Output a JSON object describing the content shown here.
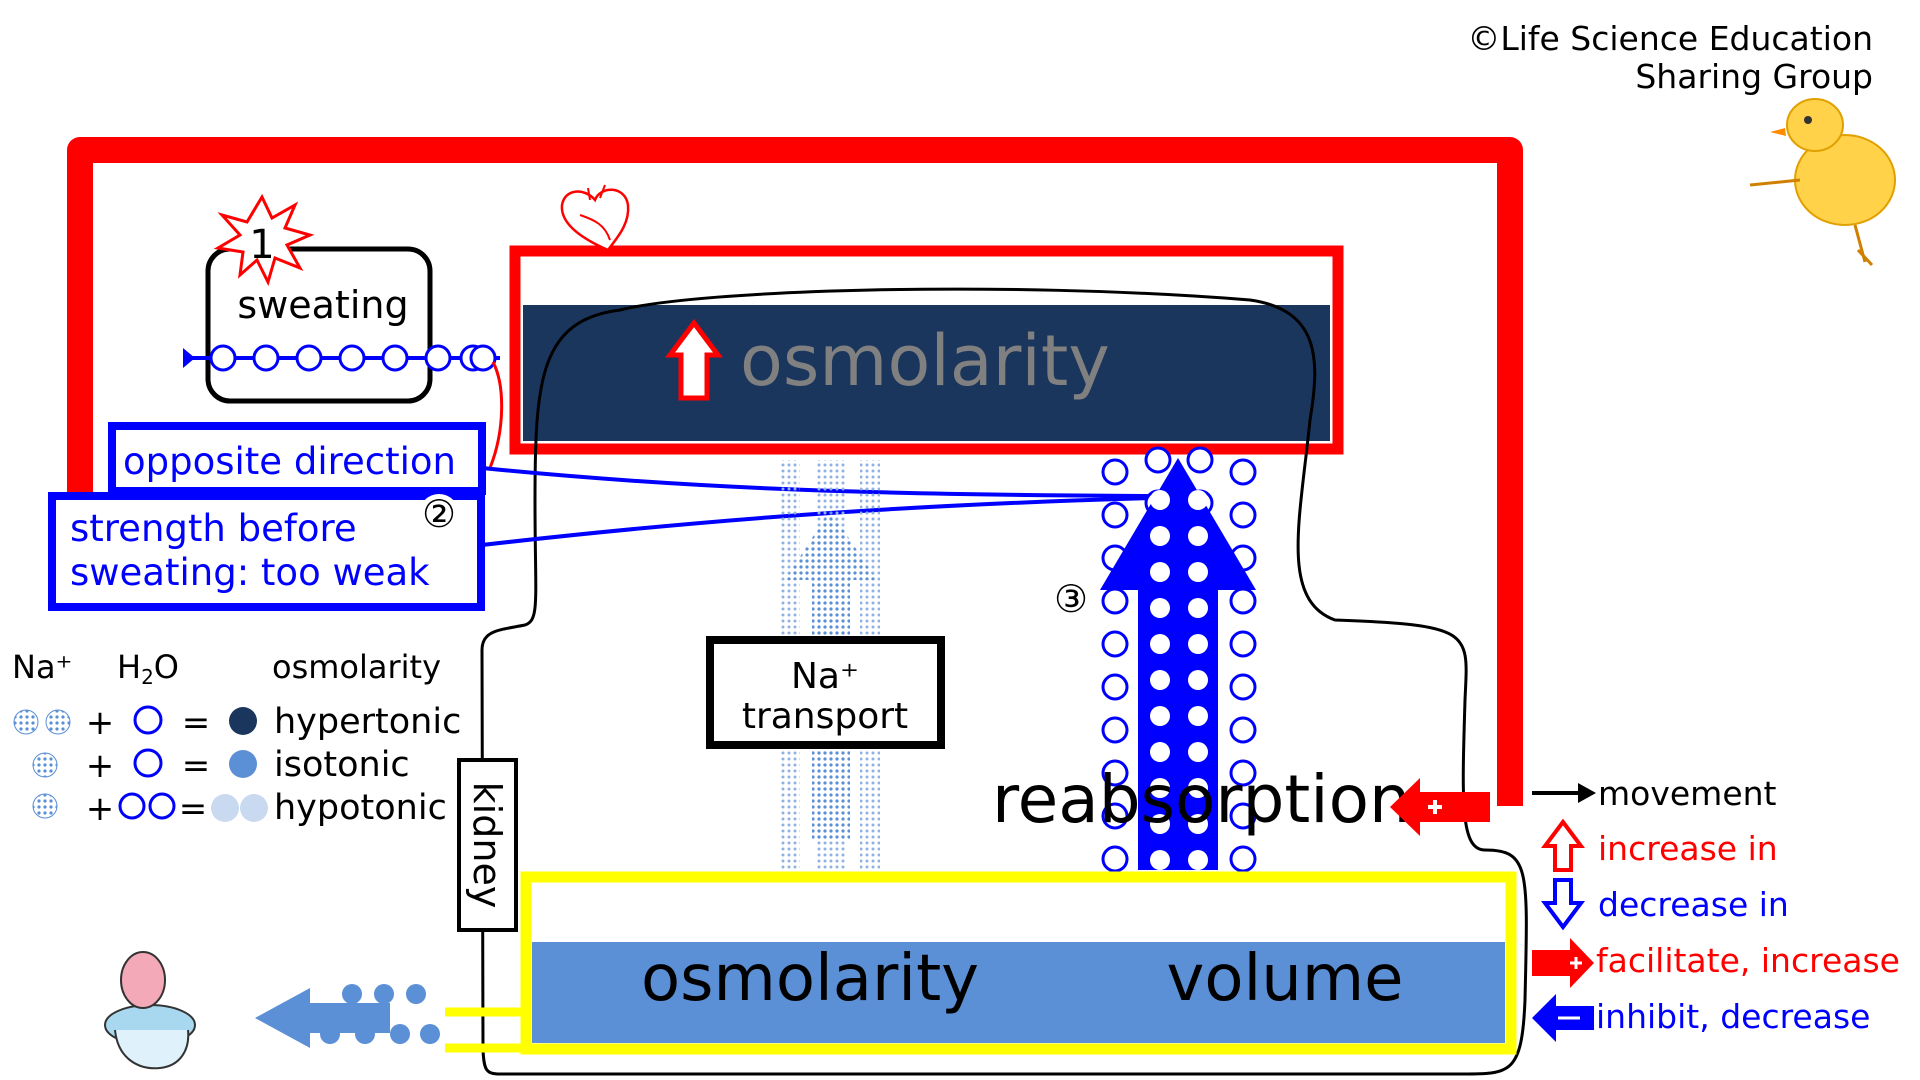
{
  "copyright": {
    "line1": "©Life Science Education",
    "line2": "Sharing Group"
  },
  "markers": {
    "m1": "1",
    "m2": "②",
    "m3": "③"
  },
  "labels": {
    "sweating": "sweating",
    "blood_osmolarity": "osmolarity",
    "opposite_direction": "opposite direction",
    "strength_line1": "strength before",
    "strength_line2": "sweating: too weak",
    "na_transport_line1": "Na⁺",
    "na_transport_line2": "transport",
    "reabsorption": "reabsorption",
    "kidney": "kidney",
    "urine_osmolarity": "osmolarity",
    "urine_volume": "volume"
  },
  "key": {
    "na": "Na⁺",
    "h2o_h": "H",
    "h2o_sub": "2",
    "h2o_o": "O",
    "osmolarity": "osmolarity",
    "plus": "+",
    "equals": "=",
    "rows": [
      "hypertonic",
      "isotonic",
      "hypotonic"
    ]
  },
  "legend": {
    "movement": "movement",
    "increase": "increase in",
    "decrease": "decrease in",
    "facilitate": "facilitate, increase",
    "inhibit": "inhibit, decrease"
  },
  "icons": {
    "heart": "heart-icon",
    "chick": "chick-icon",
    "toilet": "toilet-icon"
  },
  "colors": {
    "red": "#ff0000",
    "blue": "#0000ff",
    "navy": "#1b365d",
    "isotonic": "#5b8fd6",
    "hypotonic": "#c9d9f0",
    "yellow": "#ffff00",
    "gray_text": "#808080"
  }
}
